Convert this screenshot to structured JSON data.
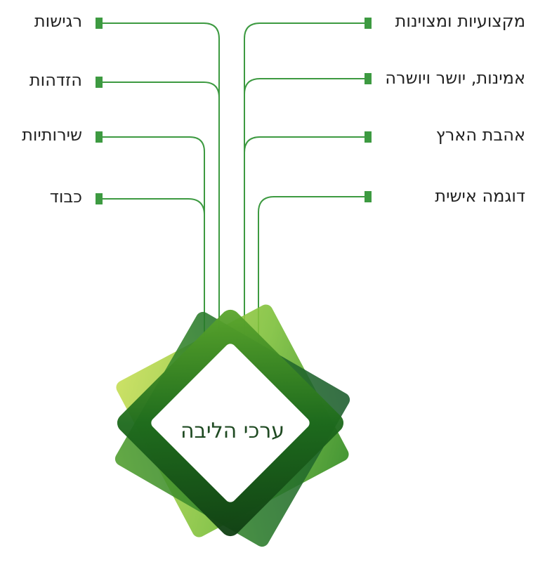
{
  "center": {
    "title": "ערכי הליבה"
  },
  "values_left": [
    "רגישות",
    "הזדהות",
    "שירותיות",
    "כבוד"
  ],
  "values_right": [
    "מקצועיות ומצוינות",
    "אמינות, יושר ויושרה",
    "אהבת הארץ",
    "דוגמה אישית"
  ],
  "colors": {
    "connector": "#3d9a41",
    "marker": "#3d9a41",
    "light_green": "#b5d43f",
    "mid_green": "#2f8a1e",
    "dark_green": "#1b5e2a",
    "text": "#222222"
  }
}
